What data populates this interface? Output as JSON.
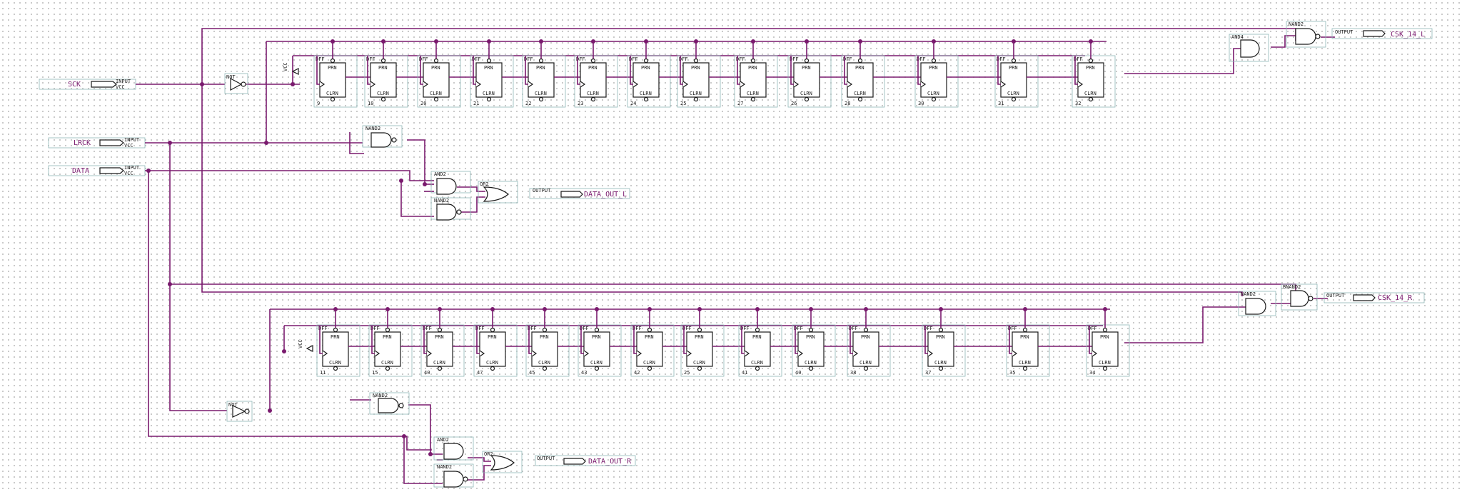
{
  "inputs": [
    {
      "name": "SCK",
      "type": "INPUT",
      "vcc": "VCC"
    },
    {
      "name": "LRCK",
      "type": "INPUT",
      "vcc": "VCC"
    },
    {
      "name": "DATA",
      "type": "INPUT",
      "vcc": "VCC"
    }
  ],
  "outputs": [
    {
      "name": "CSK_14_L",
      "type": "OUTPUT"
    },
    {
      "name": "DATA_OUT_L",
      "type": "OUTPUT"
    },
    {
      "name": "CSK_14_R",
      "type": "OUTPUT"
    },
    {
      "name": "DATA_OUT_R",
      "type": "OUTPUT"
    }
  ],
  "gate_labels": {
    "not": "NOT",
    "nand": "NAND2",
    "and": "AND2",
    "or": "OR2",
    "bnand": "BNAND2",
    "and4": "AND4",
    "vcc": "VCC"
  },
  "dff": {
    "type": "DFF",
    "prn": "PRN",
    "clrn": "CLRN"
  },
  "top_dff_ids": [
    "9",
    "10",
    "20",
    "21",
    "22",
    "23",
    "24",
    "25",
    "27",
    "26",
    "28",
    "30",
    "31",
    "32"
  ],
  "bottom_dff_ids": [
    "11",
    "15",
    "40",
    "47",
    "45",
    "43",
    "42",
    "25",
    "41",
    "40",
    "38",
    "37",
    "35",
    "34"
  ]
}
